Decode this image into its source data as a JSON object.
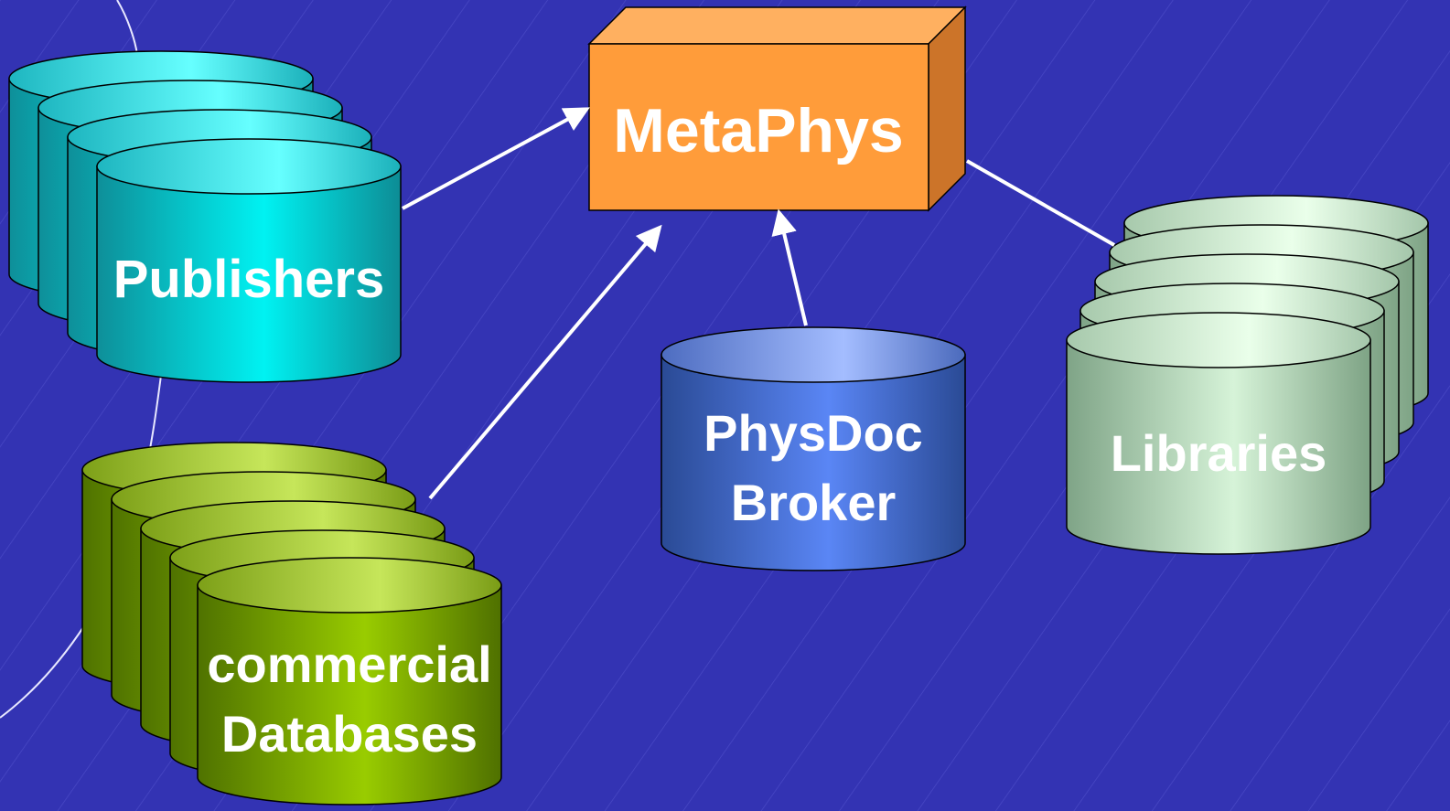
{
  "nodes": {
    "metaphys": {
      "label": "MetaPhys"
    },
    "publishers": {
      "label": "Publishers"
    },
    "physdoc": {
      "line1": "PhysDoc",
      "line2": "Broker"
    },
    "libraries": {
      "label": "Libraries"
    },
    "commercial": {
      "line1": "commercial",
      "line2": "Databases"
    }
  },
  "colors": {
    "background": "#3333b3",
    "publishers": "#17c7cf",
    "commercial": "#8fbf12",
    "physdoc": "#4a6fe0",
    "libraries": "#b7dcbc",
    "metaphys_front": "#ff9c3a",
    "metaphys_top": "#ffb060",
    "metaphys_side": "#cc7429",
    "arrow": "#ffffff"
  }
}
